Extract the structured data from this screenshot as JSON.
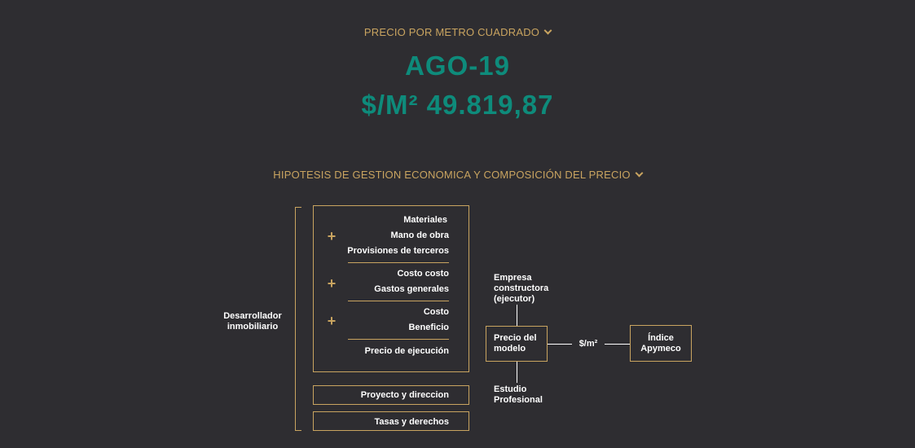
{
  "price_section": {
    "title": "PRECIO POR METRO CUADRADO",
    "period": "AGO-19",
    "value": "$/M² 49.819,87"
  },
  "composition_section": {
    "title": "HIPOTESIS DE GESTION ECONOMICA Y COMPOSICIÓN DEL PRECIO"
  },
  "diagram": {
    "developer_label": "Desarrollador inmobiliario",
    "groups": [
      {
        "items": [
          "Materiales",
          "Mano de obra",
          "Provisiones de terceros"
        ]
      },
      {
        "items": [
          "Costo costo",
          "Gastos generales"
        ]
      },
      {
        "items": [
          "Costo",
          "Beneficio"
        ]
      }
    ],
    "result": "Precio de ejecución",
    "extra_boxes": [
      "Proyecto y direccion",
      "Tasas y derechos"
    ],
    "builder_label": "Empresa constructora (ejecutor)",
    "study_label": "Estudio Profesional",
    "model_price": "Precio del modelo",
    "unit": "$/m²",
    "index": "Índice Apymeco",
    "plus_symbol": "+"
  },
  "colors": {
    "background": "#2e2d31",
    "accent": "#c9a460",
    "teal": "#0e8b7b"
  }
}
